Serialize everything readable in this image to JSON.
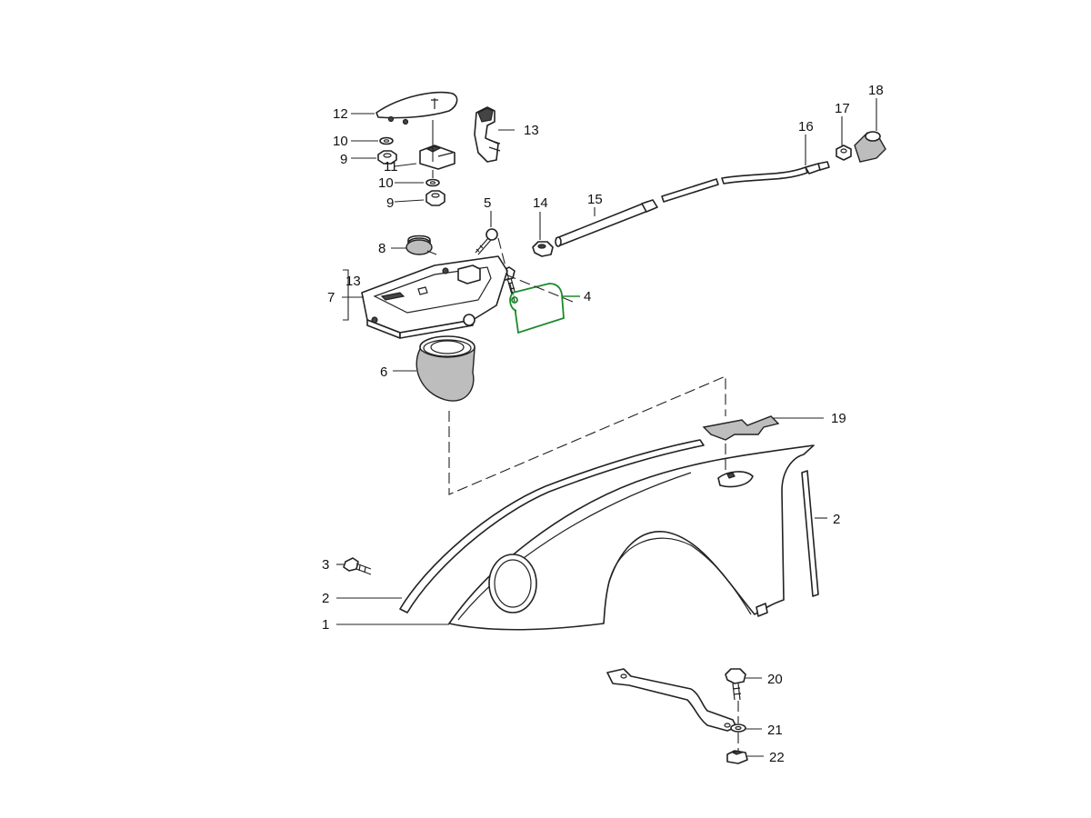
{
  "diagram": {
    "callouts": [
      {
        "id": "c1",
        "text": "1"
      },
      {
        "id": "c2a",
        "text": "2"
      },
      {
        "id": "c2b",
        "text": "2"
      },
      {
        "id": "c3",
        "text": "3"
      },
      {
        "id": "c4",
        "text": "4"
      },
      {
        "id": "c5",
        "text": "5"
      },
      {
        "id": "c6",
        "text": "6"
      },
      {
        "id": "c7",
        "text": "7"
      },
      {
        "id": "c13b",
        "text": "13"
      },
      {
        "id": "c8",
        "text": "8"
      },
      {
        "id": "c9a",
        "text": "9"
      },
      {
        "id": "c9b",
        "text": "9"
      },
      {
        "id": "c10a",
        "text": "10"
      },
      {
        "id": "c10b",
        "text": "10"
      },
      {
        "id": "c11",
        "text": "11"
      },
      {
        "id": "c12",
        "text": "12"
      },
      {
        "id": "c13a",
        "text": "13"
      },
      {
        "id": "c14",
        "text": "14"
      },
      {
        "id": "c15",
        "text": "15"
      },
      {
        "id": "c16",
        "text": "16"
      },
      {
        "id": "c17",
        "text": "17"
      },
      {
        "id": "c18",
        "text": "18"
      },
      {
        "id": "c19",
        "text": "19"
      },
      {
        "id": "c20",
        "text": "20"
      },
      {
        "id": "c21",
        "text": "21"
      },
      {
        "id": "c22",
        "text": "22"
      }
    ],
    "colors": {
      "line": "#222222",
      "highlight": "#1b8a2a",
      "background": "#ffffff"
    }
  }
}
